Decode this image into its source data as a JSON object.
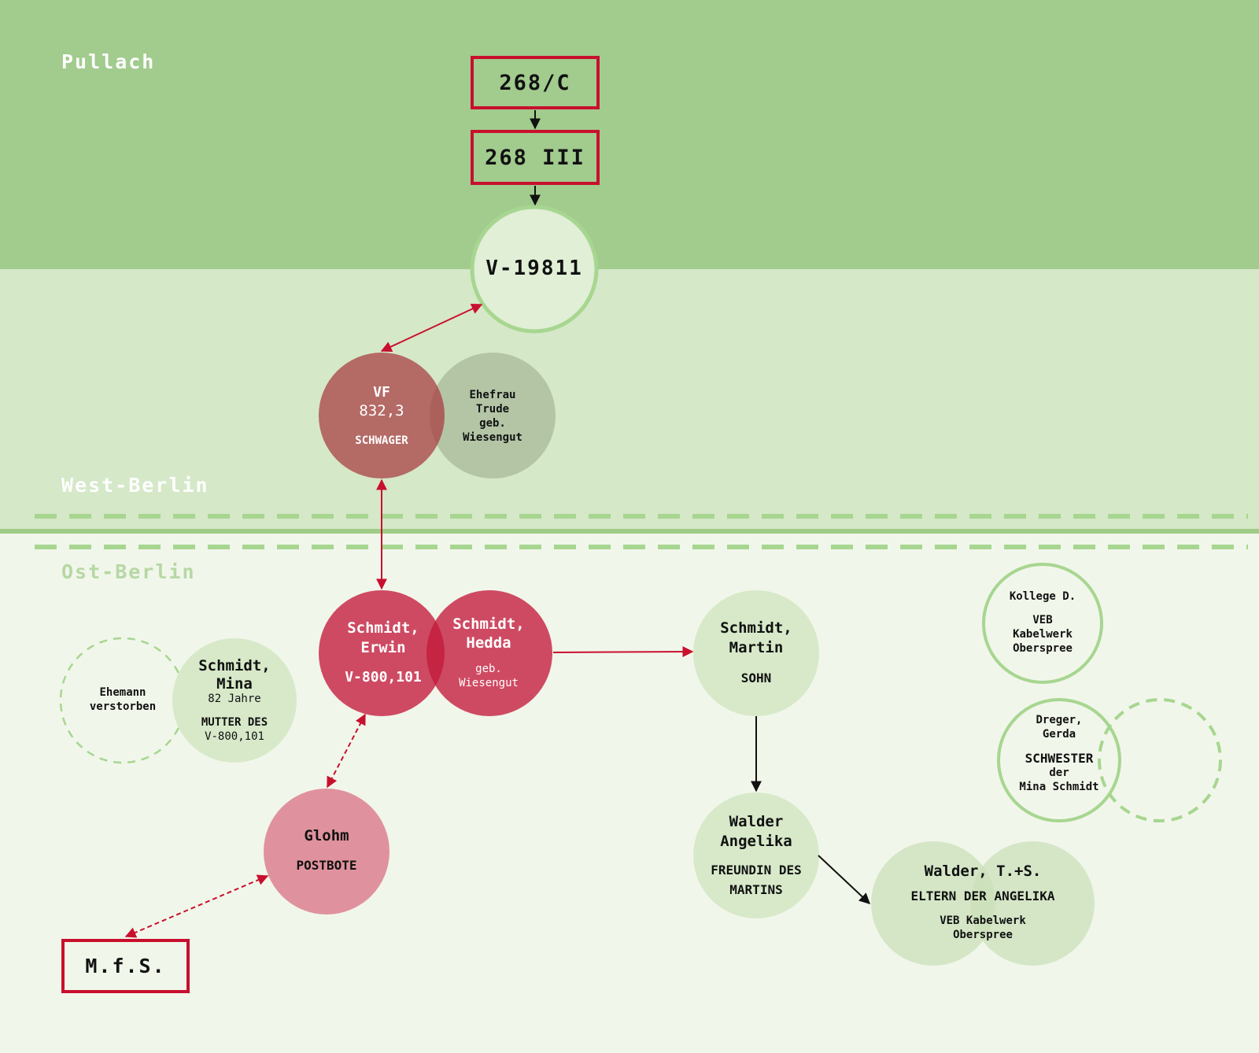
{
  "regions": {
    "pullach": "Pullach",
    "west_berlin": "West-Berlin",
    "ost_berlin": "Ost-Berlin"
  },
  "boxes": {
    "b268c": "268/C",
    "b268iii": "268 III",
    "mfs": "M.f.S."
  },
  "nodes": {
    "v19811": "V-19811",
    "vf": {
      "code": "VF",
      "number": "832,3",
      "role": "SCHWAGER"
    },
    "ehefrau": {
      "l1": "Ehefrau",
      "l2": "Trude",
      "l3": "geb.",
      "l4": "Wiesengut"
    },
    "erwin": {
      "name1": "Schmidt,",
      "name2": "Erwin",
      "code": "V-800,101"
    },
    "hedda": {
      "name1": "Schmidt,",
      "name2": "Hedda",
      "sub1": "geb.",
      "sub2": "Wiesengut"
    },
    "ehemann": {
      "l1": "Ehemann",
      "l2": "verstorben"
    },
    "mina": {
      "name1": "Schmidt,",
      "name2": "Mina",
      "age": "82 Jahre",
      "role1": "MUTTER DES",
      "role2": "V-800,101"
    },
    "martin": {
      "name1": "Schmidt,",
      "name2": "Martin",
      "role": "SOHN"
    },
    "glohm": {
      "name": "Glohm",
      "role": "POSTBOTE"
    },
    "angelika": {
      "name1": "Walder",
      "name2": "Angelika",
      "role1": "FREUNDIN DES",
      "role2": "MARTINS"
    },
    "walder_ts": {
      "name": "Walder, T.+S.",
      "role": "ELTERN DER ANGELIKA",
      "sub1": "VEB Kabelwerk",
      "sub2": "Oberspree"
    },
    "kollege": {
      "l1": "Kollege D.",
      "l2": "VEB",
      "l3": "Kabelwerk",
      "l4": "Oberspree"
    },
    "dreger": {
      "name1": "Dreger,",
      "name2": "Gerda",
      "role1": "SCHWESTER",
      "role2": "der",
      "role3": "Mina Schmidt"
    }
  },
  "colors": {
    "pullach_band": "#a2cb8e",
    "west_band": "#d5e8c8",
    "ost_band": "#f1f6ea",
    "accent_red": "#c8102e",
    "node_green": "#d7e9c9",
    "ring_green": "#a7d690"
  }
}
